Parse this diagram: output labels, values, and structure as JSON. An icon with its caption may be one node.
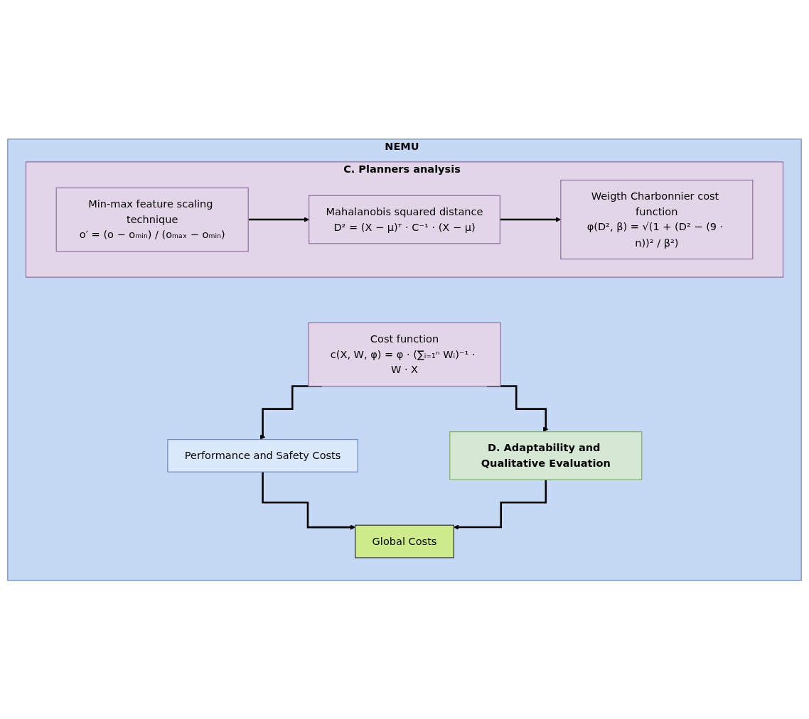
{
  "diagram": {
    "nodes": [
      {
        "text": [
          "NEMU"
        ]
      },
      {
        "text": [
          "C. Planners analysis"
        ],
        "in": 0
      },
      {
        "text": [
          "Min-max feature scaling technique",
          "o′ = (o − oₘᵢₙ) / (oₘₐₓ − oₘᵢₙ)"
        ],
        "in": 1
      },
      {
        "text": [
          "Mahalanobis squared distance",
          "D² = (X − μ)ᵀ · C⁻¹ · (X − μ)"
        ],
        "in": 1
      },
      {
        "text": [
          "Weigth Charbonnier cost function",
          "φ(D², β) = √(1 + (D² − (9 · n))² / β²)"
        ],
        "in": 1
      },
      {
        "text": [
          "Cost function",
          "c(X, W, φ) = φ · (∑ᵢ₌₁ⁿ Wᵢ)⁻¹ · W · X"
        ],
        "in": 0
      },
      {
        "text": [
          "Performance and Safety Costs"
        ],
        "in": 0
      },
      {
        "text": [
          "D. Adaptability and Qualitative Evaluation"
        ],
        "in": 0
      },
      {
        "text": [
          "Global Costs"
        ],
        "in": 0
      }
    ],
    "edges": [
      {
        "from": 2,
        "to": 3,
        "arrow": "to"
      },
      {
        "from": 3,
        "to": 4,
        "arrow": "to"
      },
      {
        "from": 5,
        "to": 6,
        "arrow": "to"
      },
      {
        "from": 5,
        "to": 7,
        "arrow": "to"
      },
      {
        "from": 6,
        "to": 8,
        "arrow": "to"
      },
      {
        "from": 7,
        "to": 8,
        "arrow": "to"
      }
    ]
  }
}
